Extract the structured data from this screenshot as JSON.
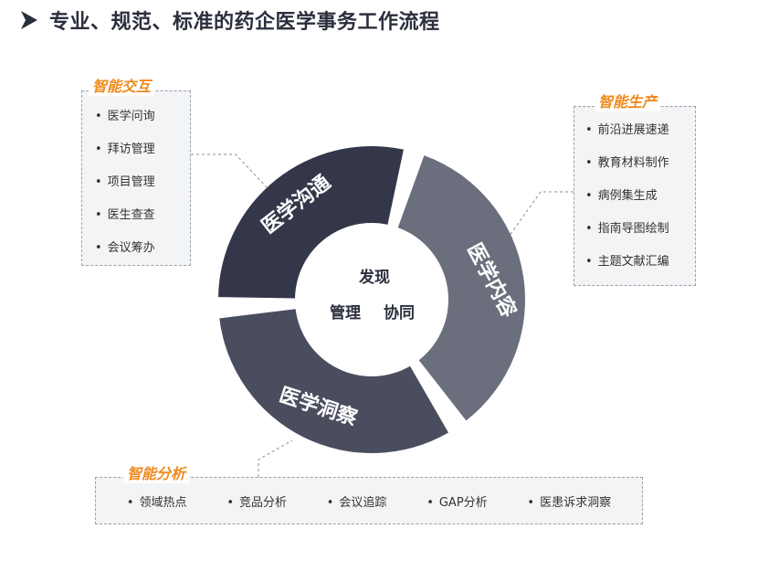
{
  "header": {
    "title": "专业、规范、标准的药企医学事务工作流程"
  },
  "cycle": {
    "segments": [
      {
        "label": "医学沟通",
        "color": "#333749"
      },
      {
        "label": "医学内容",
        "color": "#6b6e7c"
      },
      {
        "label": "医学洞察",
        "color": "#4a4d5e"
      }
    ],
    "center": {
      "line1": "发现",
      "line2a": "管理",
      "line2b": "协同"
    }
  },
  "left_box": {
    "title": "智能交互",
    "items": [
      "医学问询",
      "拜访管理",
      "项目管理",
      "医生查查",
      "会议筹办"
    ]
  },
  "right_box": {
    "title": "智能生产",
    "items": [
      "前沿进展速递",
      "教育材料制作",
      "病例集生成",
      "指南导图绘制",
      "主题文献汇编"
    ]
  },
  "bottom_box": {
    "title": "智能分析",
    "items": [
      "领域热点",
      "竞品分析",
      "会议追踪",
      "GAP分析",
      "医患诉求洞察"
    ]
  },
  "colors": {
    "accent": "#f08a1d",
    "box_bg": "#f3f4f6",
    "connector": "#8a8f99"
  }
}
